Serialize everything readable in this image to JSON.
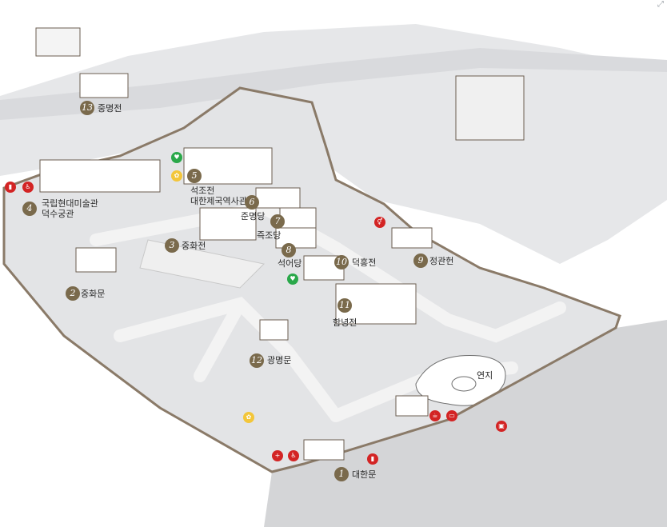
{
  "places": [
    {
      "num": "1",
      "name": "대한문"
    },
    {
      "num": "2",
      "name": "중화문"
    },
    {
      "num": "3",
      "name": "중화전"
    },
    {
      "num": "4",
      "name": "국립현대미술관\n덕수궁관"
    },
    {
      "num": "5",
      "name": "석조전\n대한제국역사관"
    },
    {
      "num": "6",
      "name": "준명당"
    },
    {
      "num": "7",
      "name": "즉조당"
    },
    {
      "num": "8",
      "name": "석어당"
    },
    {
      "num": "9",
      "name": "정관헌"
    },
    {
      "num": "10",
      "name": "덕홍전"
    },
    {
      "num": "11",
      "name": "함녕전"
    },
    {
      "num": "12",
      "name": "광명문"
    },
    {
      "num": "13",
      "name": "중명전"
    }
  ],
  "pond_label": "연지",
  "colors": {
    "ground": "#e3e4e6",
    "path": "#f1f1f1",
    "wall": "#8a7a68",
    "marker": "#7a6a4c",
    "facility_red": "#d32424",
    "facility_green": "#2aa84a",
    "facility_yellow": "#f3c63a"
  },
  "facility_icons": [
    "restroom-icon",
    "trash-icon",
    "info-icon",
    "first-aid-icon",
    "accessible-icon",
    "bus-icon",
    "medical-heart-icon",
    "gift-shop-icon"
  ]
}
